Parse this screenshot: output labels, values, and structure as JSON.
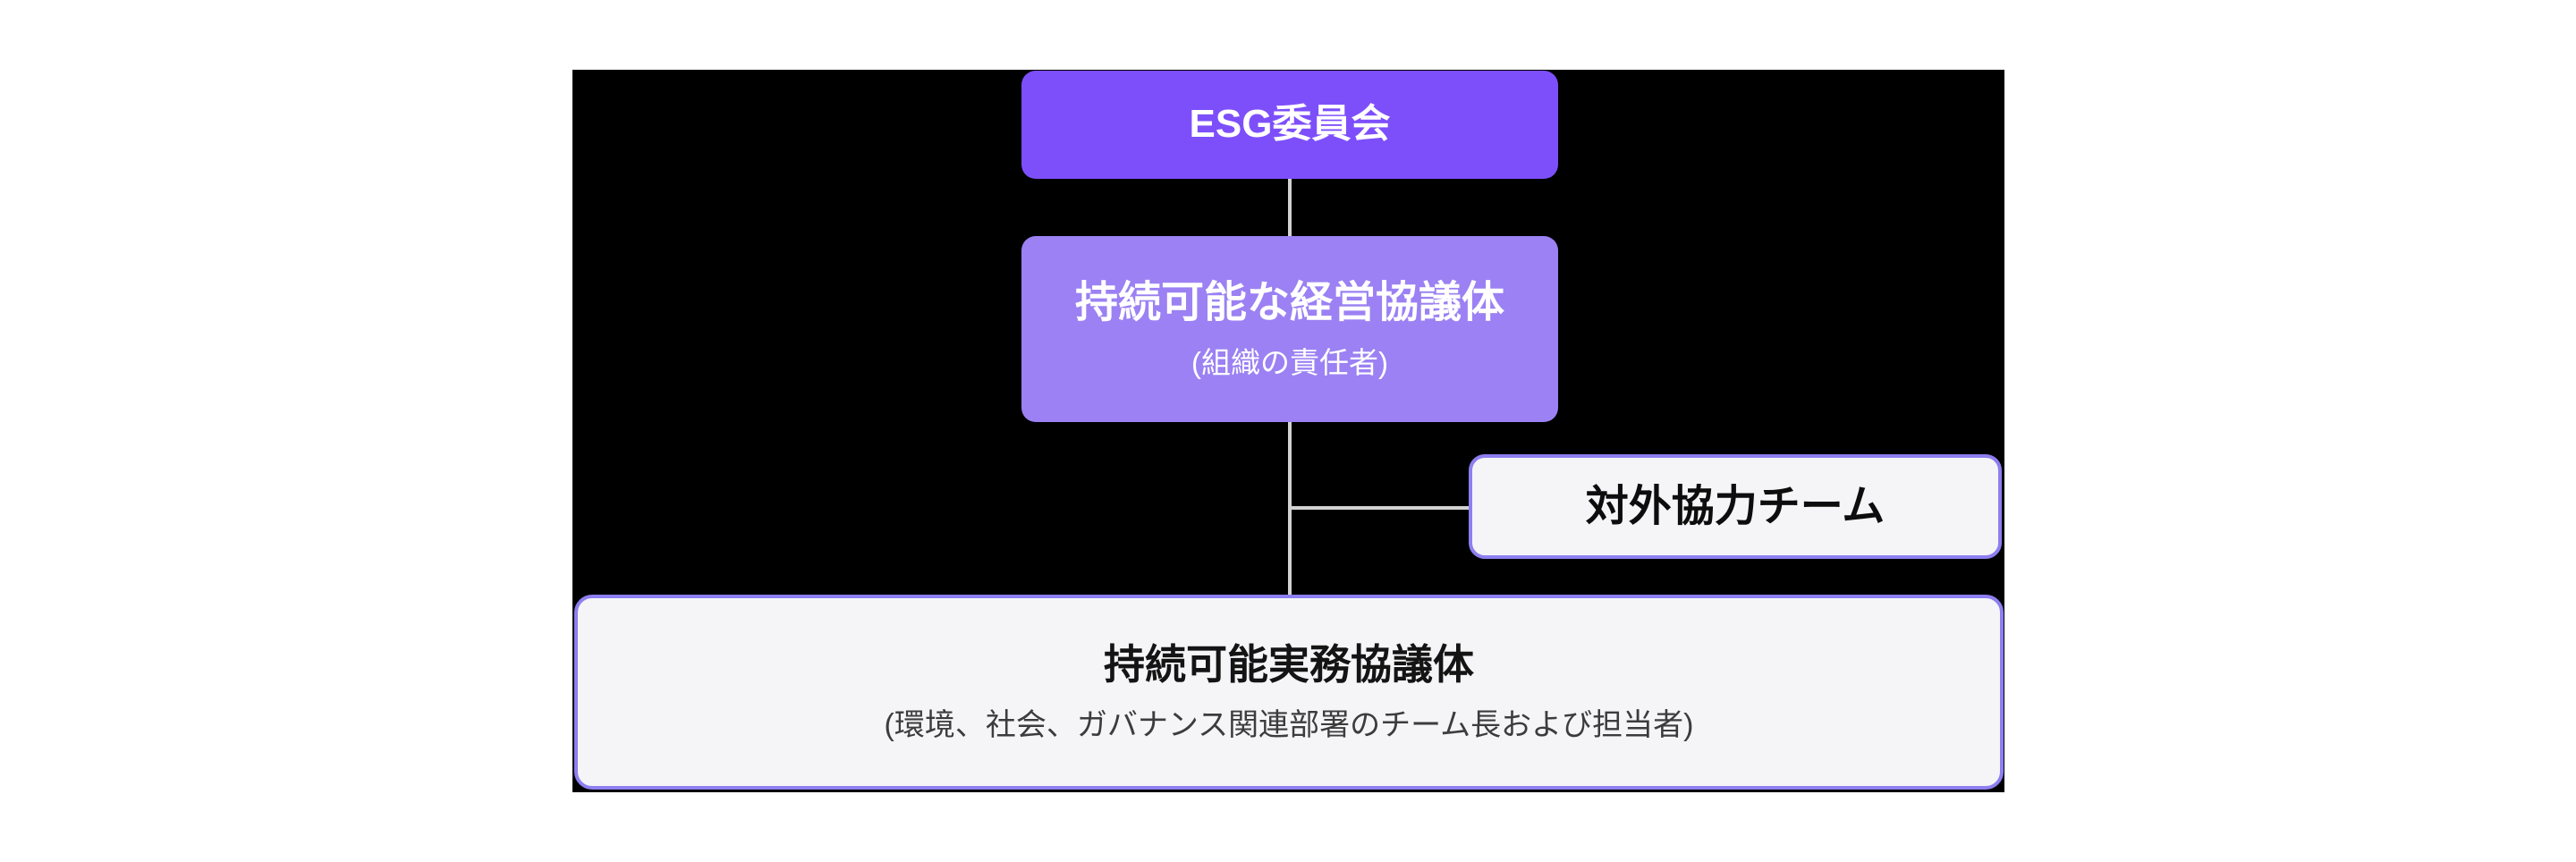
{
  "diagram": {
    "type": "org-chart",
    "nodes": {
      "esg_committee": {
        "title": "ESG委員会"
      },
      "management_council": {
        "title": "持続可能な経営協議体",
        "subtitle": "(組織の責任者)"
      },
      "external_team": {
        "title": "対外協力チーム"
      },
      "working_council": {
        "title": "持続可能実務協議体",
        "subtitle": "(環境、社会、ガバナンス関連部署のチーム長および担当者)"
      }
    },
    "edges": [
      {
        "from": "esg_committee",
        "to": "management_council"
      },
      {
        "from": "management_council",
        "to": "working_council"
      },
      {
        "from": "management_council",
        "to": "external_team"
      }
    ],
    "colors": {
      "page_bg": "#ffffff",
      "canvas_bg": "#000000",
      "primary_purple": "#7d4ffb",
      "light_purple": "#9b81f3",
      "outline_border": "#8d7ff0",
      "outline_fill": "#f5f5f8",
      "connector_line": "#d2d2d2",
      "light_text": "#ffffff",
      "dark_text": "#0d0d0d",
      "subtitle_text": "#3c3c3c"
    }
  }
}
